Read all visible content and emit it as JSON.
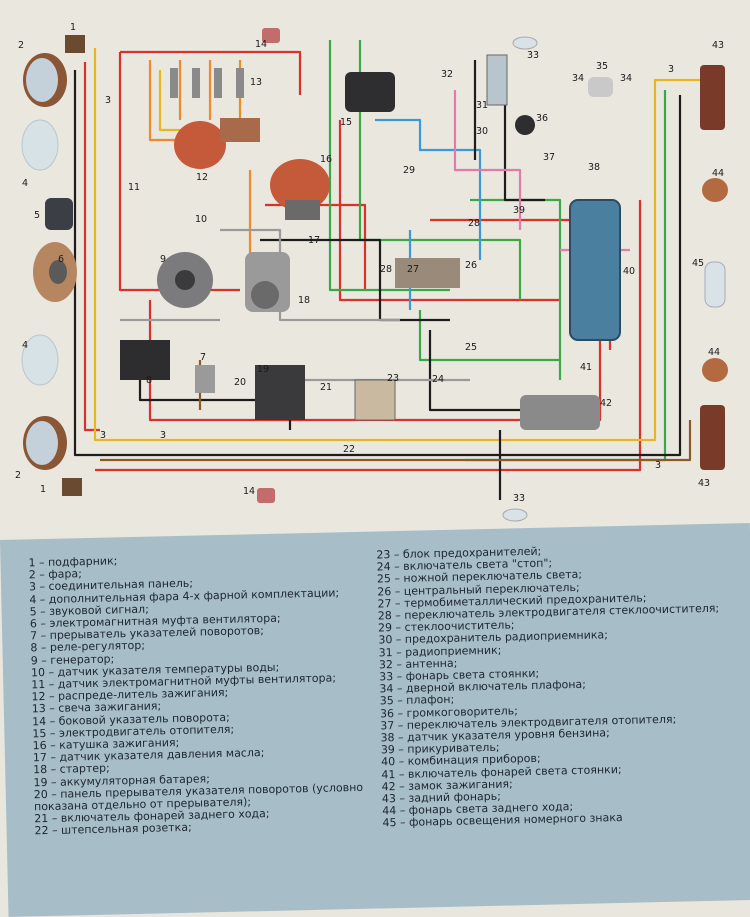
{
  "diagram": {
    "labels": [
      "1",
      "2",
      "3",
      "4",
      "5",
      "6",
      "7",
      "8",
      "9",
      "10",
      "11",
      "12",
      "13",
      "14",
      "15",
      "16",
      "17",
      "18",
      "19",
      "20",
      "21",
      "22",
      "23",
      "24",
      "25",
      "26",
      "27",
      "28",
      "29",
      "30",
      "31",
      "32",
      "33",
      "34",
      "35",
      "36",
      "37",
      "38",
      "39",
      "40",
      "41",
      "42",
      "43",
      "44",
      "45"
    ]
  },
  "legend": {
    "column1": [
      "1 – подфарник;",
      "2 – фара;",
      "3 – соединительная панель;",
      "4 – дополнительная фара 4-х фарной комплектации;",
      "5 – звуковой сигнал;",
      "6 – электромагнитная муфта вентилятора;",
      "7 – прерыватель указателей поворотов;",
      "8 – реле-регулятор;",
      "9 – генератор;",
      "10 – датчик указателя температуры воды;",
      "11 – датчик электромагнитной муфты вентилятора;",
      "12 – распреде-литель зажигания;",
      "13 – свеча зажигания;",
      "14 – боковой указатель поворота;",
      "15 – электродвигатель отопителя;",
      "16 – катушка зажигания;",
      "17 – датчик указателя давления масла;",
      "18 – стартер;",
      "19 – аккумуляторная батарея;",
      "20 – панель прерывателя указателя поворотов (условно",
      "показана отдельно от прерывателя);",
      "21 – включатель фонарей заднего хода;",
      "22 – штепсельная розетка;"
    ],
    "column2": [
      "23 – блок предохранителей;",
      "24 – включатель света \"стоп\";",
      "25 – ножной переключатель света;",
      "26 – центральный переключатель;",
      "27 – термобиметаллический предохранитель;",
      "28 – переключатель электродвигателя стеклоочистителя;",
      "29 – стеклоочиститель;",
      "30 – предохранитель радиоприемника;",
      "31 – радиоприемник;",
      "32 – антенна;",
      "33 – фонарь света стоянки;",
      "34 – дверной включатель плафона;",
      "35 – плафон;",
      "36 – громкоговоритель;",
      "37 – переключатель электродвигателя отопителя;",
      "38 – датчик указателя уровня бензина;",
      "39 – прикуриватель;",
      "40 – комбинация приборов;",
      "41 – включатель фонарей света стоянки;",
      "42 – замок зажигания;",
      "43 – задний фонарь;",
      "44 – фонарь света заднего хода;",
      "45 – фонарь освещения номерного знака"
    ]
  }
}
